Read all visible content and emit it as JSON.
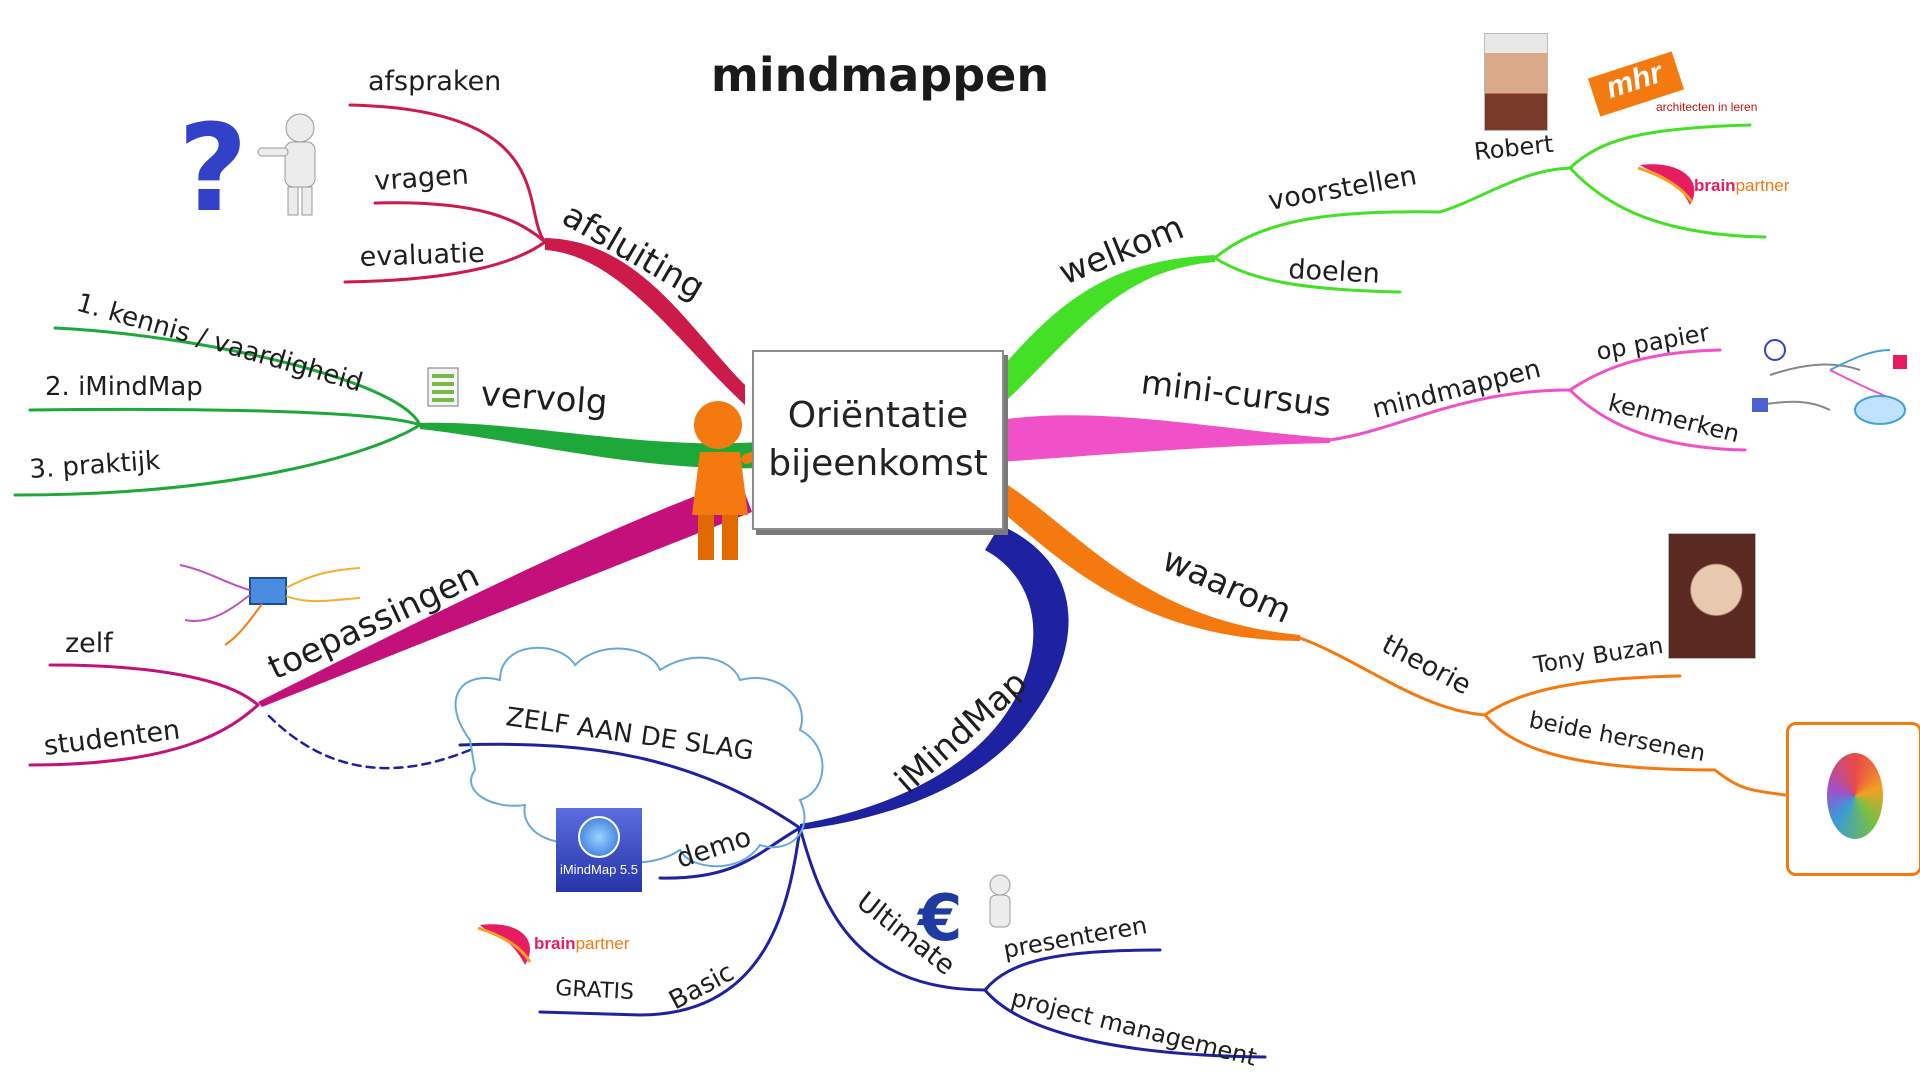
{
  "title": "mindmappen",
  "center": {
    "line1": "Oriëntatie",
    "line2": "bijeenkomst"
  },
  "branches": {
    "afsluiting": {
      "label": "afsluiting",
      "color": "#cc1a4a",
      "children": [
        "afspraken",
        "vragen",
        "evaluatie"
      ]
    },
    "vervolg": {
      "label": "vervolg",
      "color": "#1fa83a",
      "children": [
        "1. kennis / vaardigheid",
        "2. iMindMap",
        "3. praktijk"
      ]
    },
    "toepassingen": {
      "label": "toepassingen",
      "color": "#c4107a",
      "children": [
        "zelf",
        "studenten"
      ]
    },
    "imindmap": {
      "label": "iMindMap",
      "color": "#1f22a0",
      "cloud_label": "ZELF AAN DE SLAG",
      "demo": "demo",
      "basic": "Basic",
      "gratis": "GRATIS",
      "ultimate": "Ultimate",
      "ultimate_children": [
        "presenteren",
        "project management"
      ]
    },
    "welkom": {
      "label": "welkom",
      "color": "#44e026",
      "voorstellen": "voorstellen",
      "robert": "Robert",
      "doelen": "doelen"
    },
    "minicursus": {
      "label": "mini-cursus",
      "color": "#f050c8",
      "mindmappen": "mindmappen",
      "children": [
        "op papier",
        "kenmerken"
      ]
    },
    "waarom": {
      "label": "waarom",
      "color": "#f47a10",
      "theorie": "theorie",
      "children": [
        "Tony Buzan",
        "beide hersenen"
      ]
    }
  },
  "logos": {
    "mhr_text": "mhr",
    "mhr_sub": "architecten in leren",
    "brain": "brain",
    "partner": "partner",
    "imindmap_tile": "iMindMap 5.5"
  },
  "icons": [
    "question-figure-icon",
    "spreadsheet-icon",
    "presenter-figure-icon",
    "euro-figure-icon"
  ]
}
